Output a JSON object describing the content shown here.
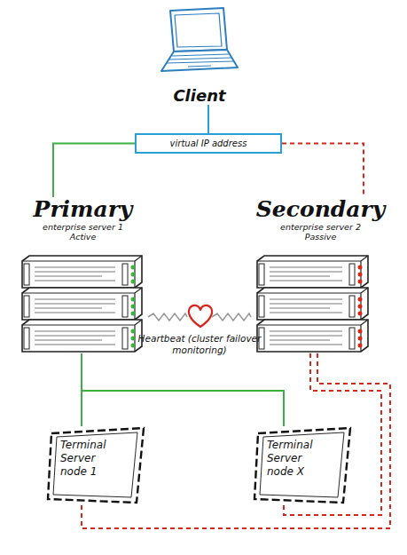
{
  "diagram": {
    "nodes": [
      {
        "text": [
          "Client"
        ]
      },
      {
        "text": [
          "virtual IP address"
        ]
      },
      {
        "text": [
          "Primary",
          "enterprise server 1 Active"
        ]
      },
      {
        "text": [
          "Secondary",
          "enterprise server 2 Passive"
        ]
      },
      {
        "text": [
          "Terminal Server node 1"
        ]
      },
      {
        "text": [
          "Terminal Server node X"
        ]
      }
    ],
    "edges": [
      {
        "from": 0,
        "to": 1,
        "arrow": "none"
      },
      {
        "from": 1,
        "to": 2,
        "arrow": "none"
      },
      {
        "from": 1,
        "to": 3,
        "arrow": "none"
      },
      {
        "from": 2,
        "to": 3,
        "label": "Heartbeat (cluster failover monitoring)",
        "arrow": "none"
      },
      {
        "from": 2,
        "to": 4,
        "arrow": "none"
      },
      {
        "from": 2,
        "to": 5,
        "arrow": "none"
      },
      {
        "from": 3,
        "to": 4,
        "arrow": "none"
      },
      {
        "from": 3,
        "to": 5,
        "arrow": "none"
      }
    ]
  }
}
